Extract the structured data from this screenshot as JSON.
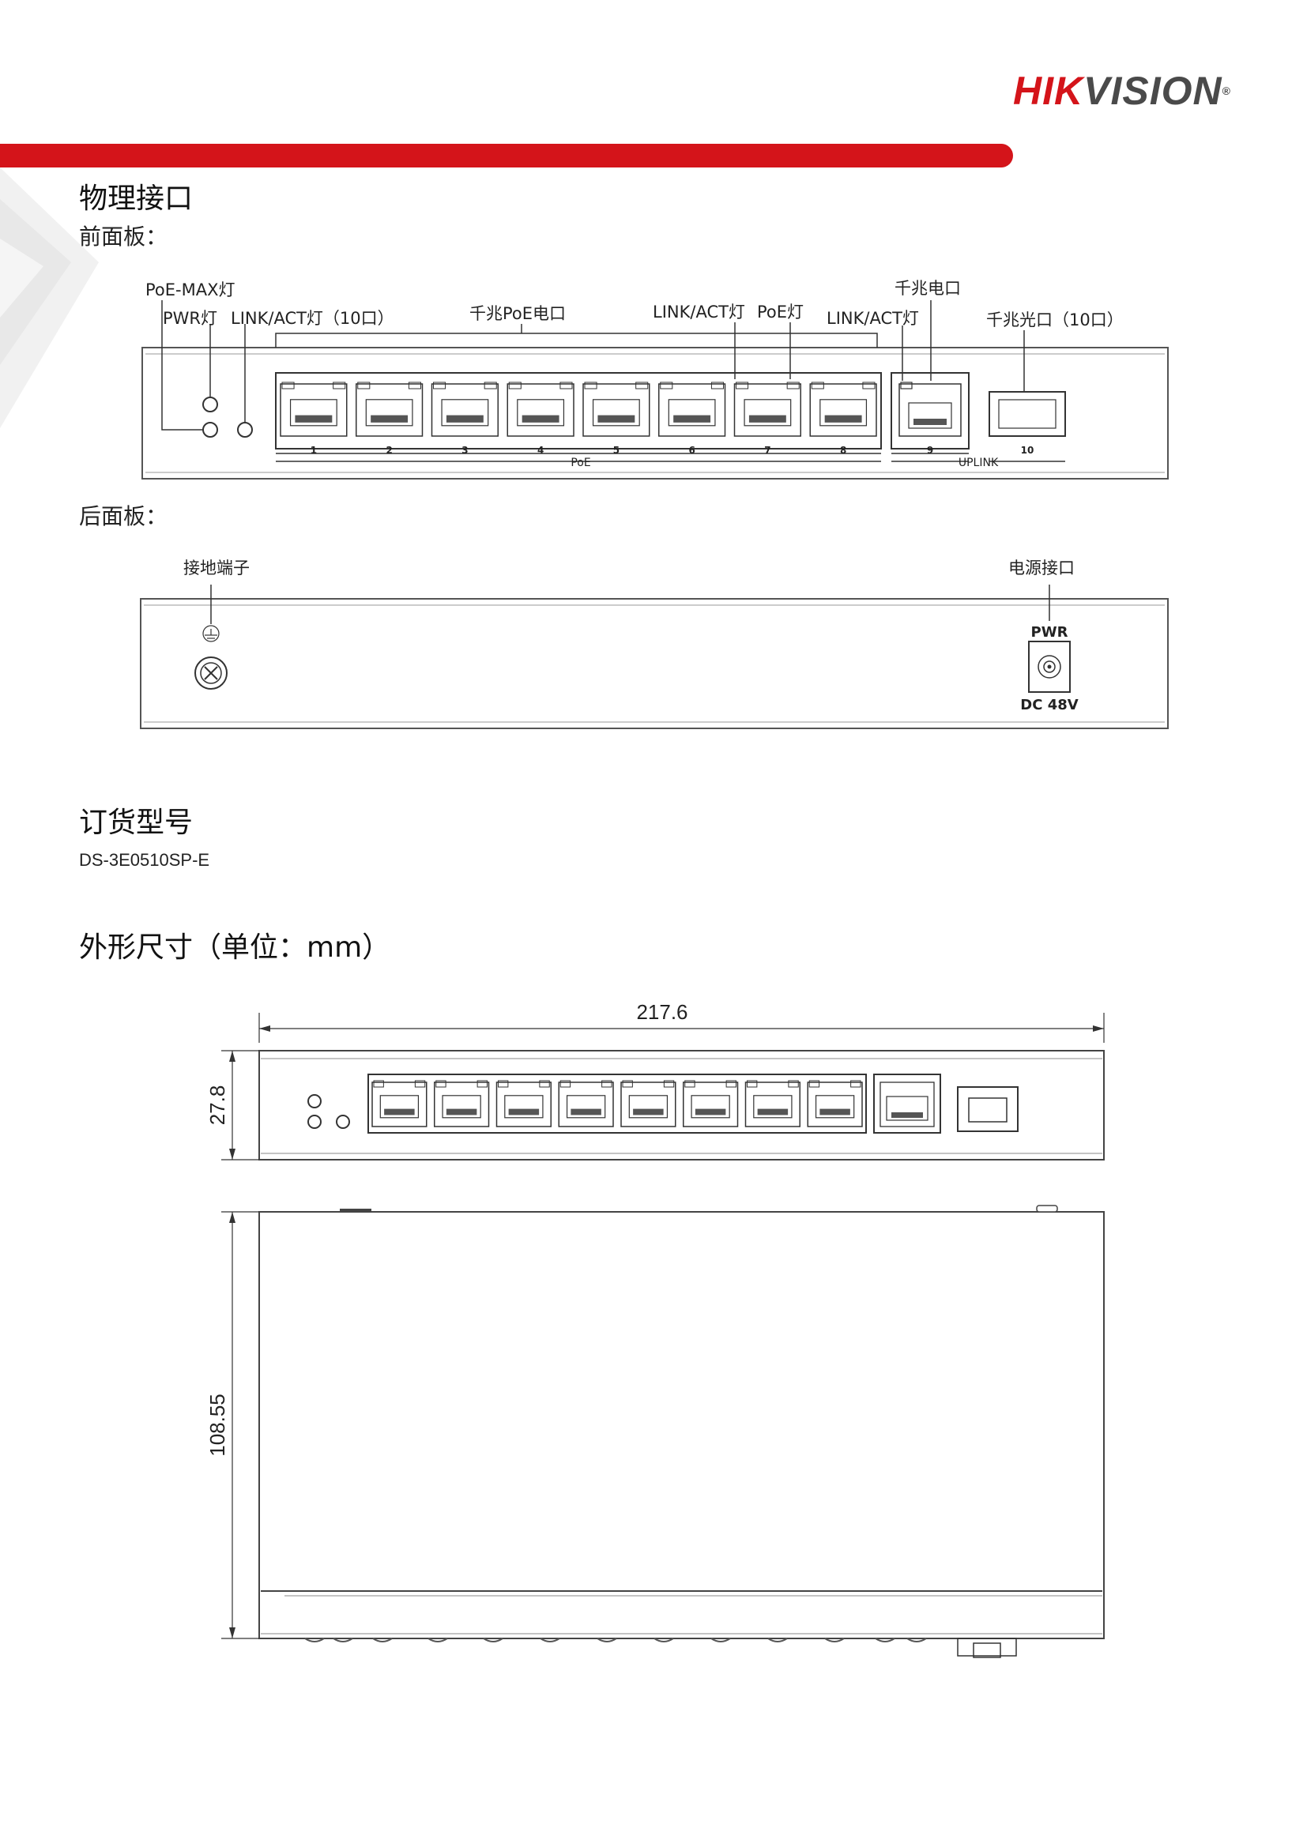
{
  "brand": {
    "logo_text_red": "HIK",
    "logo_text_gray": "VISION",
    "logo_mark": "®"
  },
  "headings": {
    "physical_interface": "物理接口",
    "order_model": "订货型号",
    "dimensions": "外形尺寸（单位：mm）"
  },
  "front_panel": {
    "title": "前面板：",
    "labels": {
      "poe_max": "PoE-MAX灯",
      "pwr": "PWR灯",
      "link_act_left": "LINK/ACT灯（10口）",
      "gigabit_poe": "千兆PoE电口",
      "link_act_mid": "LINK/ACT灯",
      "poe_led": "PoE灯",
      "link_act_right": "LINK/ACT灯",
      "gigabit_copper": "千兆电口",
      "gigabit_fiber": "千兆光口（10口）"
    },
    "port_numbers": [
      "1",
      "2",
      "3",
      "4",
      "5",
      "6",
      "7",
      "8"
    ],
    "uplink_port_number": "9",
    "sfp_port_number": "10",
    "poe_group_label": "PoE",
    "uplink_group_label": "UPLINK"
  },
  "rear_panel": {
    "title": "后面板：",
    "ground_label": "接地端子",
    "power_label": "电源接口",
    "pwr_text": "PWR",
    "dc_text": "DC 48V"
  },
  "order": {
    "model": "DS-3E0510SP-E"
  },
  "dimensions": {
    "width": "217.6",
    "height": "27.8",
    "depth": "108.55"
  }
}
